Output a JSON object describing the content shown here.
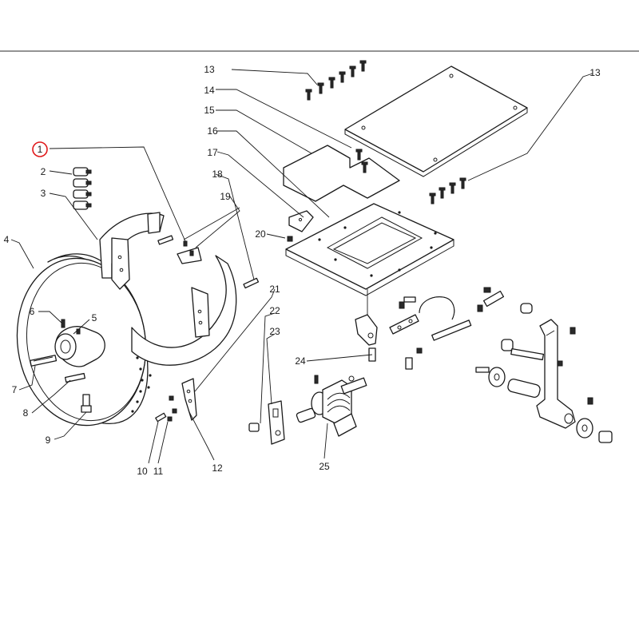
{
  "highlight": {
    "color": "#e0191b",
    "callout_index": 0
  },
  "ink_color": "#1a1a1a",
  "callouts": [
    {
      "id": "c1",
      "label": "1"
    },
    {
      "id": "c2",
      "label": "2"
    },
    {
      "id": "c3",
      "label": "3"
    },
    {
      "id": "c4",
      "label": "4"
    },
    {
      "id": "c5",
      "label": "5"
    },
    {
      "id": "c6",
      "label": "6"
    },
    {
      "id": "c7",
      "label": "7"
    },
    {
      "id": "c8",
      "label": "8"
    },
    {
      "id": "c9",
      "label": "9"
    },
    {
      "id": "c10",
      "label": "10"
    },
    {
      "id": "c11",
      "label": "11"
    },
    {
      "id": "c12",
      "label": "12"
    },
    {
      "id": "c13a",
      "label": "13"
    },
    {
      "id": "c13b",
      "label": "13"
    },
    {
      "id": "c14",
      "label": "14"
    },
    {
      "id": "c15",
      "label": "15"
    },
    {
      "id": "c16",
      "label": "16"
    },
    {
      "id": "c17",
      "label": "17"
    },
    {
      "id": "c18",
      "label": "18"
    },
    {
      "id": "c19",
      "label": "19"
    },
    {
      "id": "c20",
      "label": "20"
    },
    {
      "id": "c21",
      "label": "21"
    },
    {
      "id": "c22",
      "label": "22"
    },
    {
      "id": "c23",
      "label": "23"
    },
    {
      "id": "c24",
      "label": "24"
    },
    {
      "id": "c25",
      "label": "25"
    }
  ]
}
